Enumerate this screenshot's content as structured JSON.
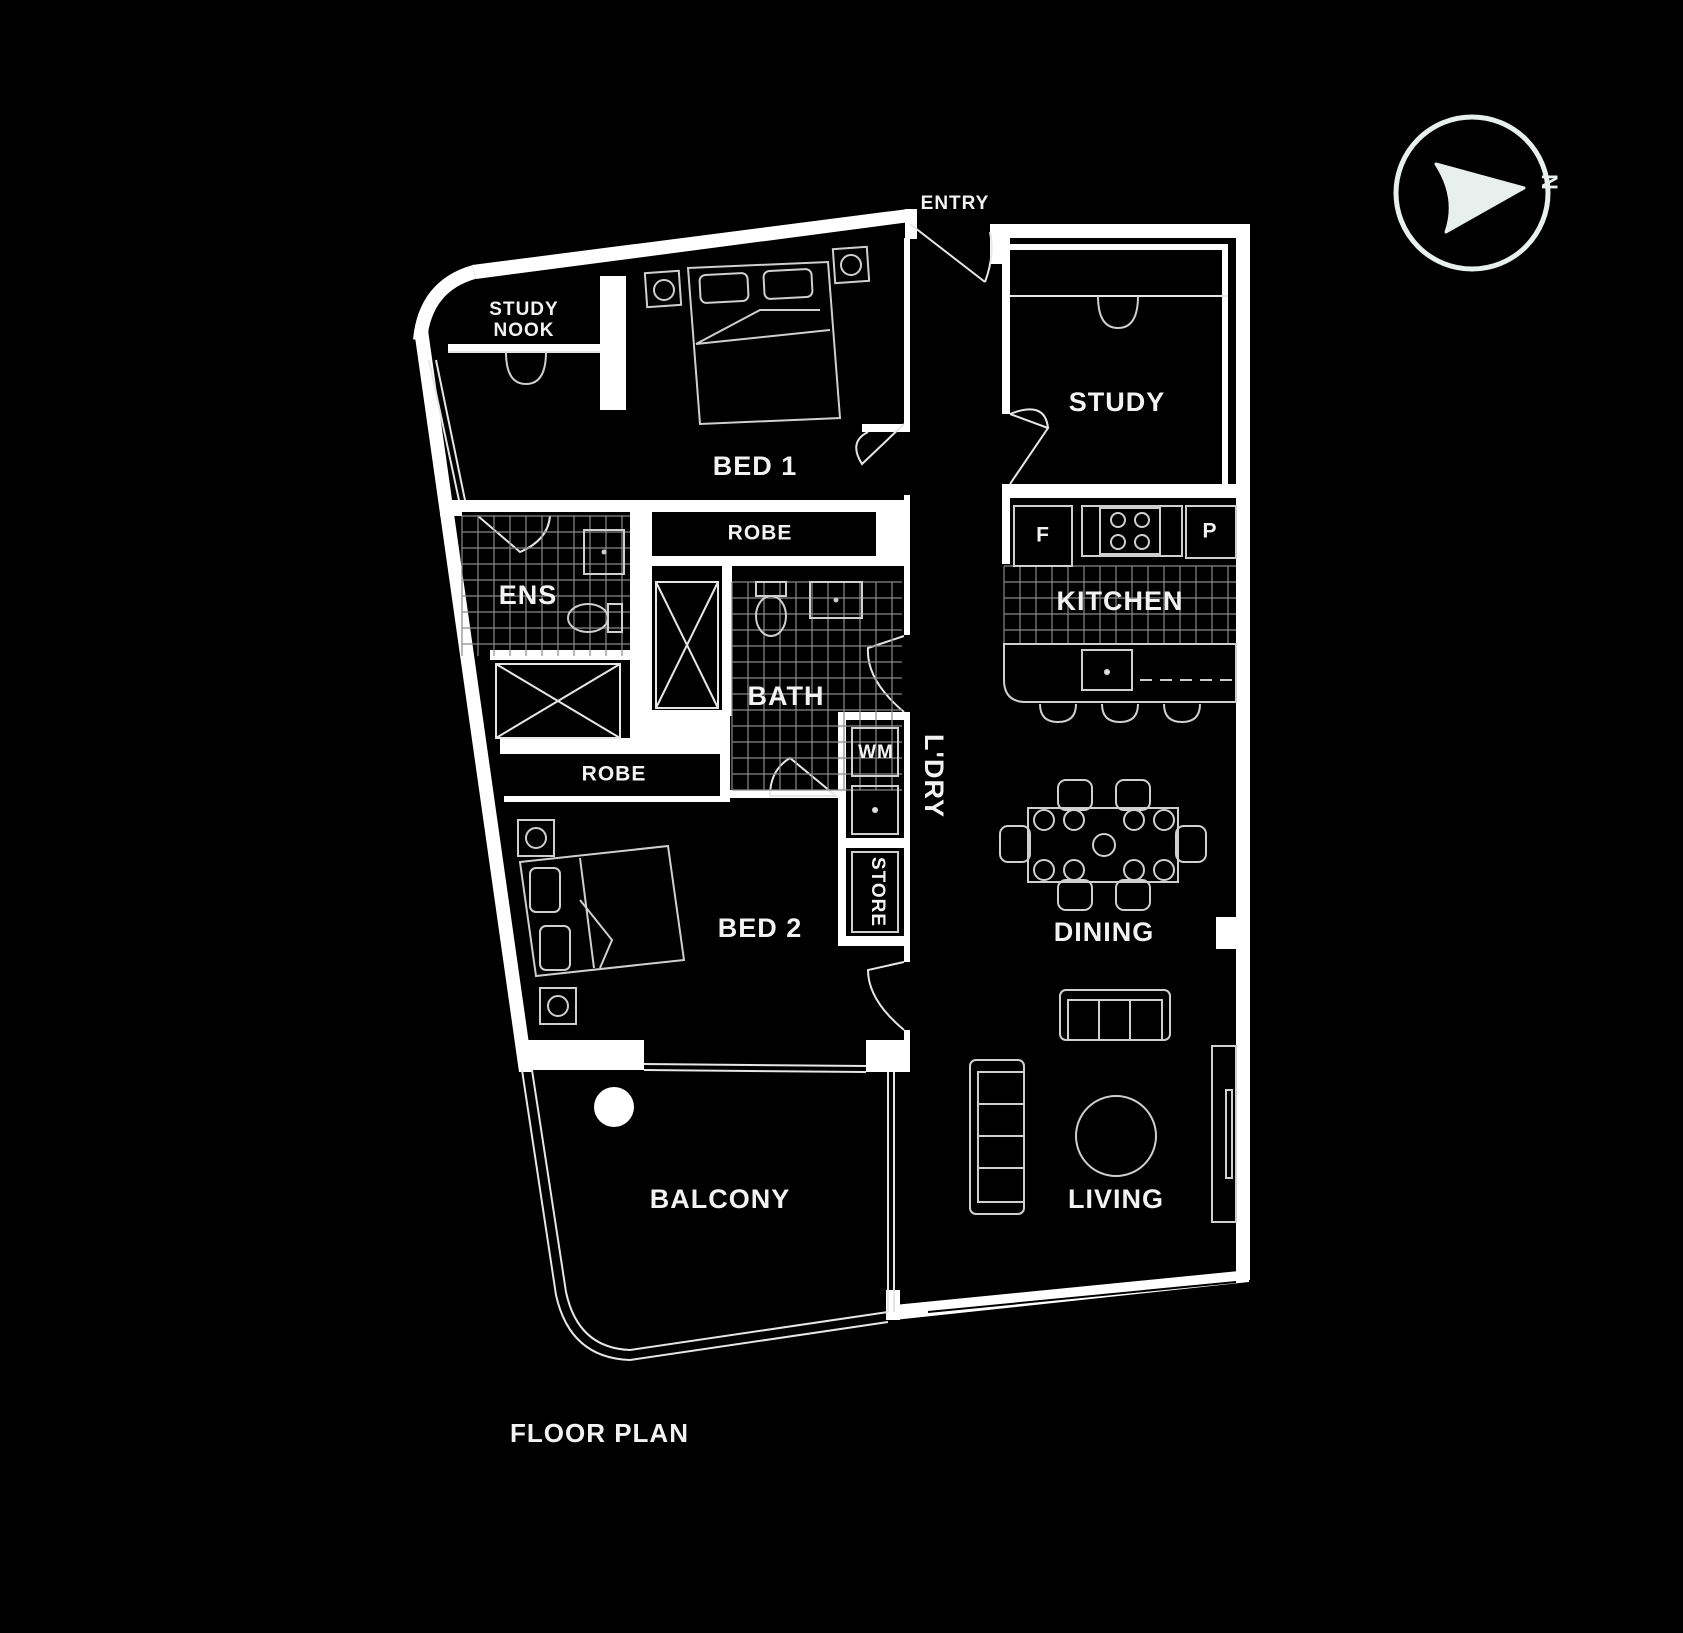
{
  "rooms": {
    "study_nook": [
      "STUDY",
      "NOOK"
    ],
    "bed1": "BED 1",
    "entry": "ENTRY",
    "study": "STUDY",
    "robe_top": "ROBE",
    "ens": "ENS",
    "kitchen": "KITCHEN",
    "fridge": "F",
    "pantry": "P",
    "bath": "BATH",
    "laundry": "L'DRY",
    "wm": "WM",
    "robe_bottom": "ROBE",
    "store": "STORE",
    "dining": "DINING",
    "bed2": "BED 2",
    "balcony": "BALCONY",
    "living": "LIVING"
  },
  "caption": "FLOOR PLAN",
  "compass": {
    "label": "N",
    "icon": "north-arrow-icon"
  },
  "colors": {
    "background": "#000000",
    "wall": "#ffffff",
    "text": "#f2f2f2",
    "tile_line": "#8a8a8a"
  }
}
